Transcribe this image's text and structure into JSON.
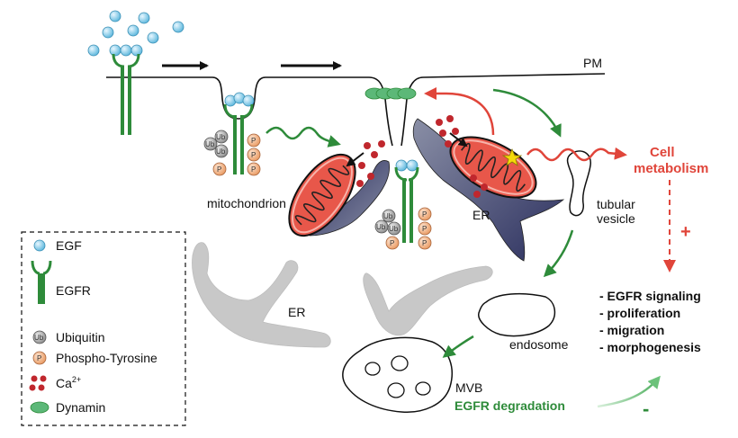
{
  "labels": {
    "pm": "PM",
    "mitochondrion": "mitochondrion",
    "er_upper": "ER",
    "er_lower": "ER",
    "tubular_vesicle_1": "tubular",
    "tubular_vesicle_2": "vesicle",
    "endosome": "endosome",
    "mvb": "MVB",
    "egfr_degradation": "EGFR degradation",
    "cell_metabolism_1": "Cell",
    "cell_metabolism_2": "metabolism",
    "plus_sign": "+",
    "minus_sign": "-"
  },
  "outcomes": [
    "- EGFR signaling",
    "- proliferation",
    "- migration",
    "- morphogenesis"
  ],
  "legend": {
    "egf": "EGF",
    "egfr": "EGFR",
    "ubiquitin": "Ubiquitin",
    "phospho_tyrosine": "Phospho-Tyrosine",
    "calcium_base": "Ca",
    "calcium_sup": "2+",
    "dynamin": "Dynamin"
  },
  "symbols": {
    "ub": "Ub",
    "p": "P"
  },
  "colors": {
    "egf": "#8fd0ea",
    "receptor": "#2e8b3a",
    "ubiquitin": "#a8a8a8",
    "phospho": "#f2b48a",
    "calcium": "#c0272d",
    "dynamin": "#5cb878",
    "mitochondrion": "#e8574a",
    "er_dark": "#3a3f6e",
    "er_gray": "#c8c8c8",
    "red_arrow": "#e0453a",
    "green_arrow": "#2e8b3a"
  }
}
